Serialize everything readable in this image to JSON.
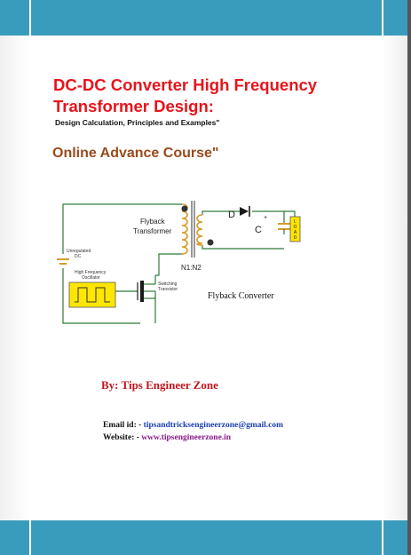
{
  "document": {
    "title": "DC-DC Converter High Frequency Transformer Design:",
    "subtitle": "Design Calculation, Principles and Examples\"",
    "course": "Online Advance Course\"",
    "author": "By: Tips Engineer Zone",
    "email_label": "Email id: - ",
    "email_value": "tipsandtricksengineerzone@gmail.com",
    "website_label": "Website: - ",
    "website_value": "www.tipsengineerzone.in"
  },
  "diagram": {
    "transformer_label_1": "Flyback",
    "transformer_label_2": "Transformer",
    "turns_ratio": "N1:N2",
    "diode_label": "D",
    "capacitor_label": "C",
    "capacitor_plus": "+",
    "load_label": [
      "L",
      "O",
      "A",
      "D"
    ],
    "source_label_1": "Unregulated",
    "source_label_2": "DC",
    "oscillator_label_1": "High Frequency",
    "oscillator_label_2": "Oscillator",
    "switch_label_1": "Switching",
    "switch_label_2": "Transistor",
    "caption": "Flyback Converter"
  },
  "colors": {
    "band": "#3a9cbd",
    "title": "#e8141b",
    "course": "#9b4a1c",
    "author": "#c0161c",
    "circuit_wire": "#2f7a3a",
    "coil": "#d79b2a",
    "yellow": "#ffe600"
  }
}
